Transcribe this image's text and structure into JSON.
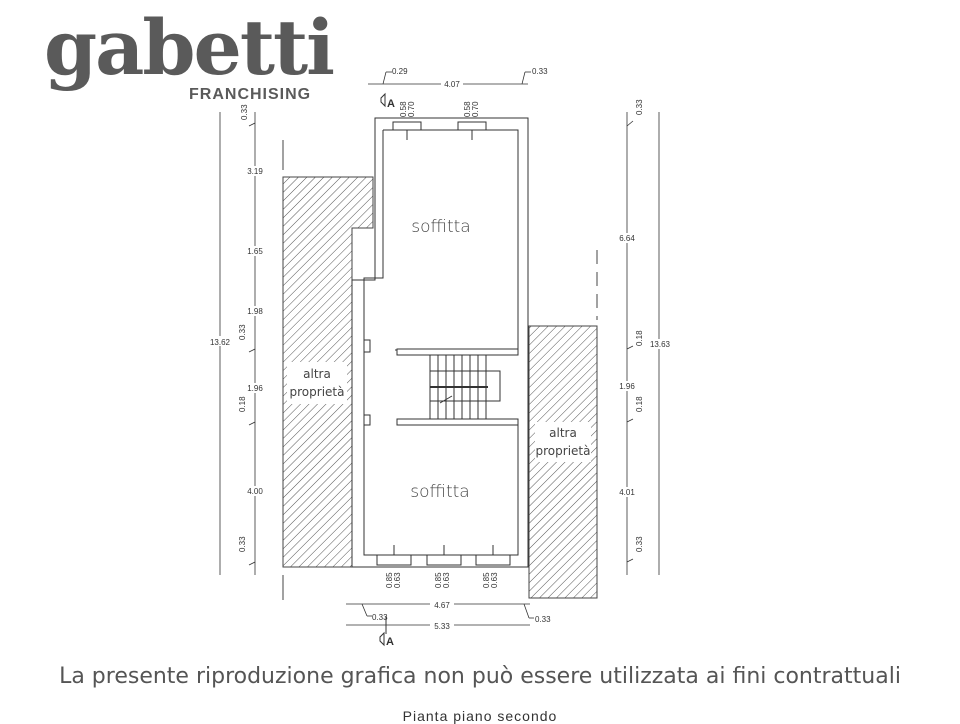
{
  "logo": {
    "brand": "gabetti",
    "subtitle": "FRANCHISING",
    "color": "#5a5a5a"
  },
  "plan": {
    "rooms": [
      {
        "label": "soffitta"
      },
      {
        "label": "soffitta"
      }
    ],
    "neighbors": [
      {
        "line1": "altra",
        "line2": "proprietà"
      },
      {
        "line1": "altra",
        "line2": "proprietà"
      }
    ],
    "section_marker": "A",
    "dimensions": {
      "top": {
        "total": "4.07",
        "left_offset": "0.29",
        "right_offset": "0.33"
      },
      "top_openings": [
        {
          "a": "0.58",
          "b": "0.70"
        },
        {
          "a": "0.58",
          "b": "0.70"
        }
      ],
      "bottom_openings": [
        {
          "a": "0.85",
          "b": "0.63"
        },
        {
          "a": "0.85",
          "b": "0.63"
        },
        {
          "a": "0.85",
          "b": "0.63"
        }
      ],
      "bottom": {
        "inner": "4.67",
        "total": "5.33",
        "left_offset": "0.33",
        "right_offset": "0.33"
      },
      "left": {
        "total": "13.62",
        "segments": [
          "0.33",
          "3.19",
          "1.65",
          "1.98",
          "0.33",
          "1.96",
          "0.18",
          "4.00",
          "0.33"
        ]
      },
      "right": {
        "total": "13.63",
        "segments": [
          "0.33",
          "6.64",
          "0.18",
          "1.96",
          "0.18",
          "4.01",
          "0.33"
        ]
      }
    }
  },
  "disclaimer": "La presente riproduzione grafica non può essere utilizzata ai fini contrattuali",
  "caption": "Pianta piano secondo"
}
